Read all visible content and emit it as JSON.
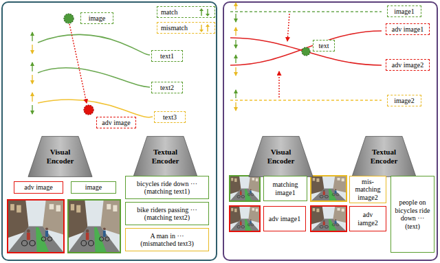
{
  "diagram": {
    "nodes": [
      {
        "text": [
          "match"
        ]
      },
      {
        "text": [
          "mismatch"
        ]
      },
      {
        "text": [
          "image"
        ]
      },
      {
        "text": [
          "text1"
        ]
      },
      {
        "text": [
          "text2"
        ]
      },
      {
        "text": [
          "text3"
        ]
      },
      {
        "text": [
          "adv image"
        ]
      },
      {
        "text": [
          "Visual Encoder"
        ]
      },
      {
        "text": [
          "Textual Encoder"
        ]
      },
      {
        "text": [
          "adv image"
        ]
      },
      {
        "text": [
          "image"
        ]
      },
      {
        "text": [
          "bicycles ride down ···",
          "(matching text1)"
        ]
      },
      {
        "text": [
          "bike riders passing ···",
          "(matching text2)"
        ]
      },
      {
        "text": [
          "A man in ···",
          "(mismatched text3)"
        ]
      },
      {
        "text": [
          "image1"
        ]
      },
      {
        "text": [
          "adv image1"
        ]
      },
      {
        "text": [
          "text"
        ]
      },
      {
        "text": [
          "adv image2"
        ]
      },
      {
        "text": [
          "image2"
        ]
      },
      {
        "text": [
          "Visual Encoder"
        ]
      },
      {
        "text": [
          "Textual Encoder"
        ]
      },
      {
        "text": [
          "matching image1"
        ]
      },
      {
        "text": [
          "mis-matching image2"
        ]
      },
      {
        "text": [
          "people on bicycles ride down ··· (text)"
        ]
      },
      {
        "text": [
          "adv image1"
        ]
      },
      {
        "text": [
          "adv iamge2"
        ]
      }
    ]
  }
}
